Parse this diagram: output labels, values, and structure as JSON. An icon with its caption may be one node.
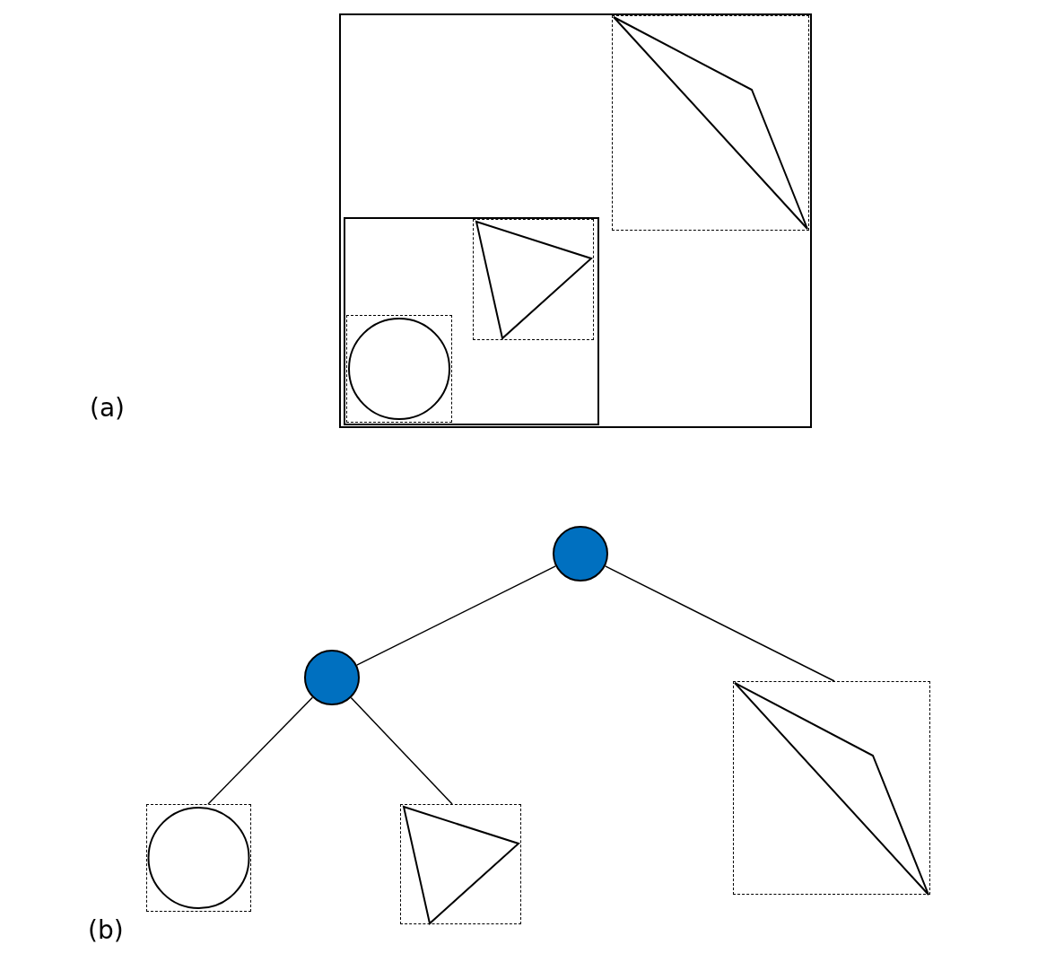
{
  "diagram": {
    "nodes": [
      {
        "text": [],
        "shape": "box"
      },
      {
        "text": [],
        "shape": "box",
        "in": 0
      },
      {
        "text": [],
        "shape": "box",
        "in": 1
      },
      {
        "text": [],
        "shape": "box",
        "in": 1
      },
      {
        "text": [],
        "shape": "box",
        "in": 0
      },
      {
        "text": [],
        "shape": "circle"
      },
      {
        "text": [],
        "shape": "circle"
      },
      {
        "text": [],
        "shape": "box"
      },
      {
        "text": [],
        "shape": "box"
      },
      {
        "text": [],
        "shape": "box"
      }
    ],
    "edges": [
      {
        "from": 5,
        "to": 6,
        "arrow": "none"
      },
      {
        "from": 5,
        "to": 9,
        "arrow": "none"
      },
      {
        "from": 6,
        "to": 7,
        "arrow": "none"
      },
      {
        "from": 6,
        "to": 8,
        "arrow": "none"
      }
    ],
    "labels": [
      "(a)",
      "(b)"
    ]
  }
}
